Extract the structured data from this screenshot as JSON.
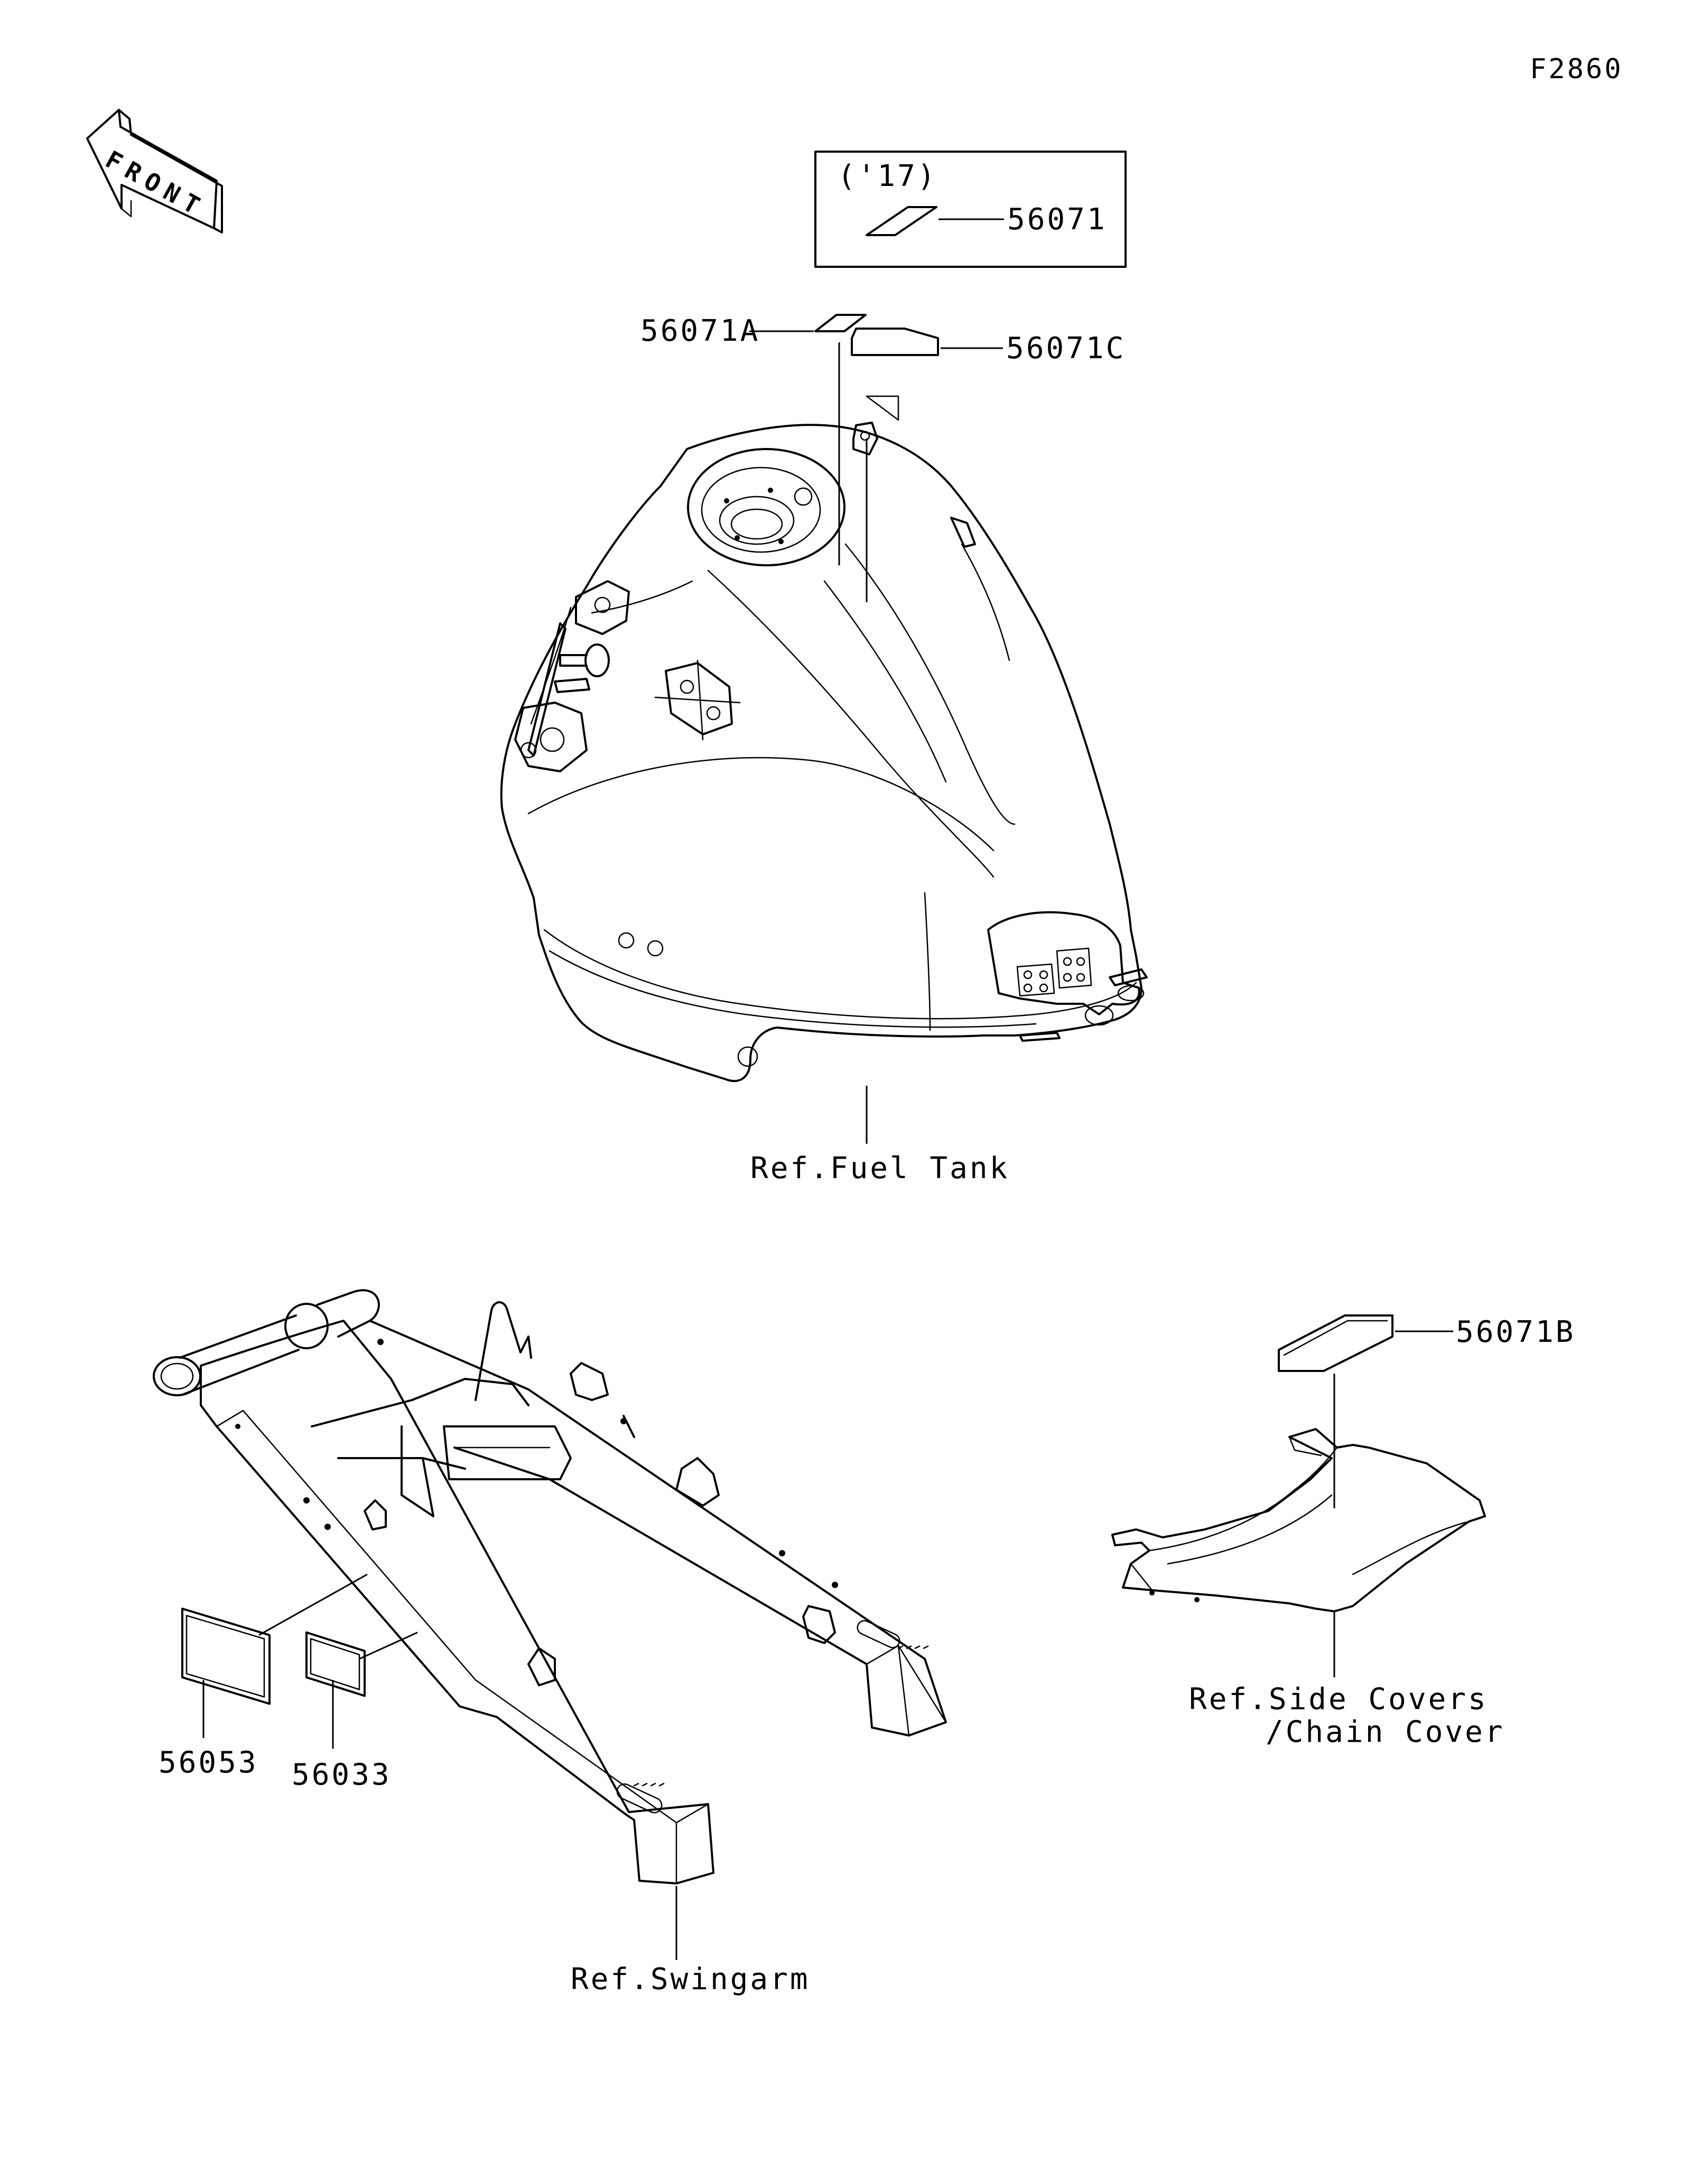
{
  "diagram_code": "F2860",
  "front_badge": {
    "text": "FRONT",
    "icon": "front-arrow-icon"
  },
  "inset_box": {
    "condition": "('17)",
    "part": "56071"
  },
  "labels": {
    "top_a": "56071A",
    "top_c": "56071C",
    "side_b": "56071B",
    "swing_1": "56053",
    "swing_2": "56033"
  },
  "references": {
    "fuel_tank": "Ref.Fuel Tank",
    "swingarm": "Ref.Swingarm",
    "side_covers_line1": "Ref.Side Covers",
    "side_covers_line2": "/Chain Cover"
  }
}
